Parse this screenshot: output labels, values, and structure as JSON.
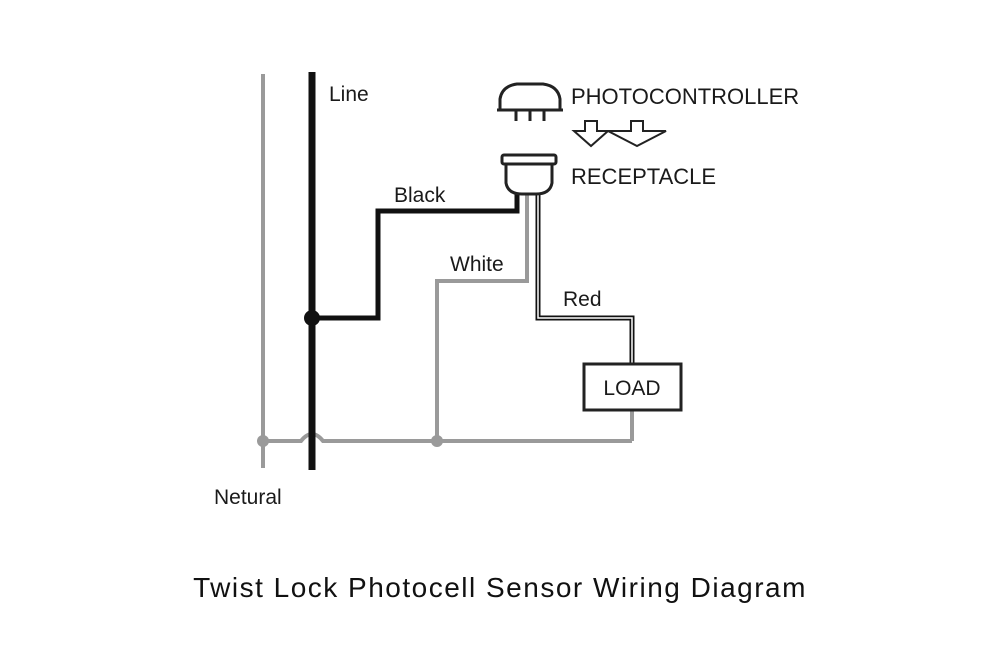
{
  "labels": {
    "line": "Line",
    "neutral": "Netural",
    "black": "Black",
    "white": "White",
    "red": "Red",
    "load": "LOAD",
    "photocontroller": "PHOTOCONTROLLER",
    "receptacle": "RECEPTACLE"
  },
  "caption": "Twist Lock Photocell Sensor Wiring Diagram",
  "colors": {
    "hot_wire": "#111111",
    "neutral_wire": "#9a9a9a",
    "component_outline": "#222222"
  }
}
